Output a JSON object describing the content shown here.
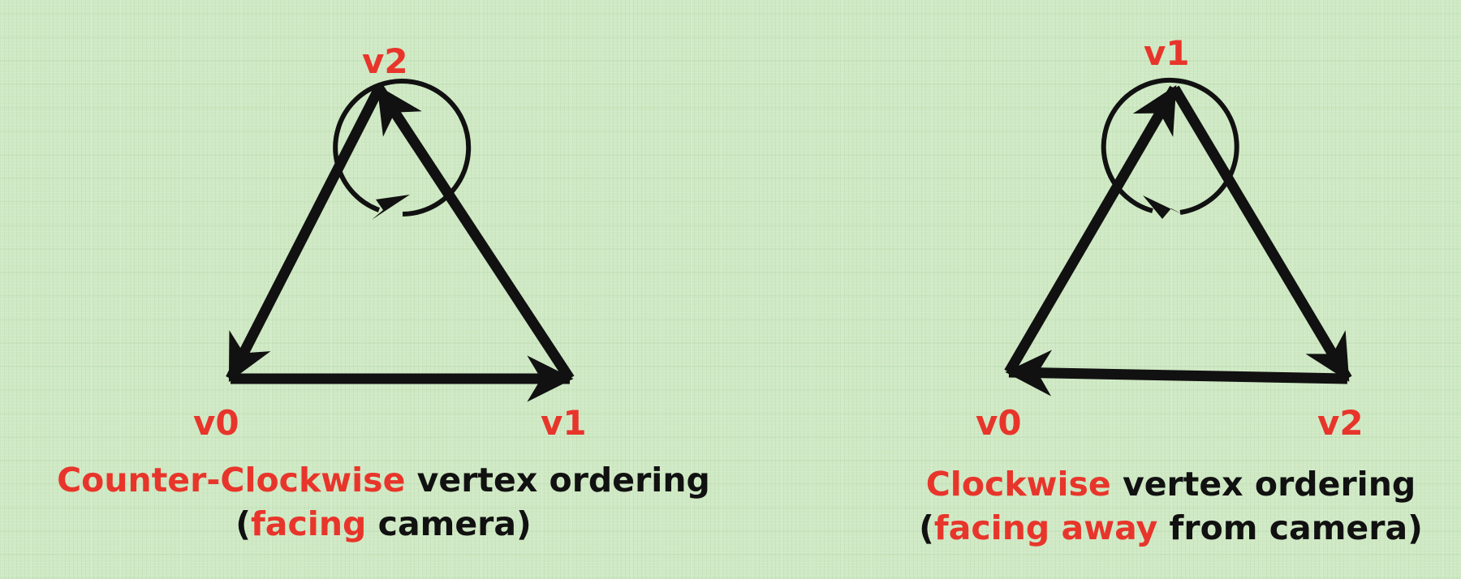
{
  "colors": {
    "background": "#cfe9c4",
    "accent_red": "#e8352b",
    "stroke_black": "#111111"
  },
  "left": {
    "labels": {
      "top": "v2",
      "bottom_left": "v0",
      "bottom_right": "v1"
    },
    "caption": {
      "line1_highlight": "Counter-Clockwise",
      "line1_rest": " vertex ordering",
      "line2_open": "(",
      "line2_highlight": "facing",
      "line2_rest": " camera)"
    },
    "rotation_icon": "counter-clockwise-arrow-icon"
  },
  "right": {
    "labels": {
      "top": "v1",
      "bottom_left": "v0",
      "bottom_right": "v2"
    },
    "caption": {
      "line1_highlight": "Clockwise",
      "line1_rest": " vertex ordering",
      "line2_open": "(",
      "line2_highlight": "facing away",
      "line2_rest": " from camera)"
    },
    "rotation_icon": "clockwise-arrow-icon"
  }
}
